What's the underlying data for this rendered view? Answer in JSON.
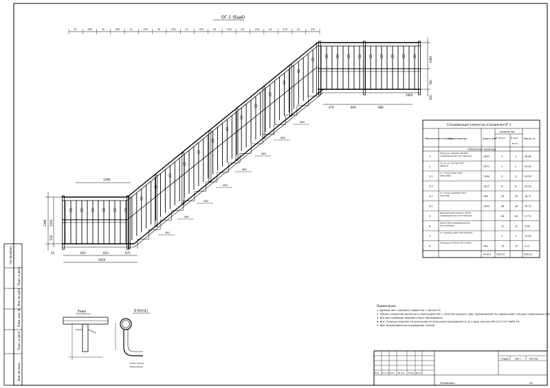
{
  "drawing": {
    "title": "ОГ-1 (Ещё)",
    "detail_a_title": "Узел",
    "detail_b_title": "5-5(m1)"
  },
  "top_dims": [
    "25",
    "590",
    "25",
    "590",
    "25",
    "470",
    "25",
    "470",
    "25",
    "470",
    "25",
    "470",
    "25",
    "470",
    "25",
    "470",
    "25",
    "470"
  ],
  "right_dims": [
    "2963",
    "1080",
    "780",
    "300"
  ],
  "left_dims": [
    "1396",
    "1000",
    "530",
    "35"
  ],
  "bottom_dims": [
    "620",
    "610",
    "675"
  ],
  "bottom_total": "1650",
  "stair_dims": [
    "480",
    "480",
    "480",
    "480",
    "480",
    "480",
    "480",
    "480"
  ],
  "landing_dims": [
    "470",
    "600",
    "680"
  ],
  "landing_top": "1296",
  "spec_table": {
    "title": "Спецификация элементов ограждения ОГ-1",
    "headers": [
      "Обозначение позиции",
      "Наименование",
      "Длина, мм",
      "Количество",
      "Масса, кг"
    ],
    "sub_headers": [
      "В сборке",
      "В накл.",
      "Всего"
    ],
    "section_title": "Сборочные единицы",
    "rows": [
      {
        "pos": "1",
        "name": "Поручень профиль 40х40х4 индивидуальная изготовления",
        "len": "4000",
        "q1": "1",
        "q2": "1",
        "mass": "30.96"
      },
      {
        "pos": "2",
        "name": "Тр. пр. кв. 25х2мм ГОСТ 8639-82",
        "len": "2670",
        "q1": "2",
        "q2": "2",
        "mass": "29.00"
      },
      {
        "pos": "3.1",
        "name": "Ст. стойка 25мм ГОСТ 2591-2006",
        "len": "1186",
        "q1": "5",
        "q2": "5",
        "mass": "23.55"
      },
      {
        "pos": "3.3",
        "name": "",
        "len": "1215",
        "q1": "8",
        "q2": "8",
        "mass": "29.00"
      },
      {
        "pos": "4.1",
        "name": "Ст. полоса 10х25мм ГОСТ 103-2006",
        "len": "596",
        "q1": "29",
        "q2": "29",
        "mass": "16.71"
      },
      {
        "pos": "4.2",
        "name": "",
        "len": "1500",
        "q1": "36",
        "q2": "36",
        "mass": "70.75"
      },
      {
        "pos": "5",
        "name": "Декоративный элемент 45х45 индивидуальное изготовление",
        "len": "",
        "q1": "63",
        "q2": "63",
        "mass": "17.71"
      },
      {
        "pos": "6",
        "name": "Шар d=5мм индивидуальное изготовление",
        "len": "",
        "q1": "31",
        "q2": "31",
        "mass": "5.98"
      },
      {
        "pos": "7",
        "name": "Ст. профиль 40х4 ГОСТ 8240-97",
        "len": "",
        "q1": "1",
        "q2": "1",
        "mass": "11.40"
      },
      {
        "pos": "8",
        "name": "Накладка ФЧ 40х4 ГОСТ 19903",
        "len": "990",
        "q1": "15",
        "q2": "15",
        "mass": "5.11"
      }
    ],
    "total_label": "Итого",
    "total_left": "256.23",
    "total_right": "256.23"
  },
  "notes": {
    "title": "Примечания:",
    "lines": [
      "1. Данный лист смотреть совместно с листом 25.",
      "2. Сборку элементов выполнить электродом Э42 с катетом сварного шва, принимаемым по наименьшей толщине свариваемых элементов.",
      "3. Все выступающие сварные стыки зашлифовать.",
      "4. Все стальные изделия по окончании изготовления окрашиваются за 2 раза эмалью ПФ-115 ГОСТ 6465-76.",
      "5. Шаг межпоперечных ограждения 10х400."
    ]
  },
  "title_block": {
    "row_labels": [
      "Изм.",
      "Кол.уч",
      "Лист",
      "№ док.",
      "Подп.",
      "Дата"
    ],
    "stage": "Стадия",
    "sheet": "Лист",
    "sheets": "Листов",
    "name": "Копировал",
    "format": "A2"
  },
  "side_labels": [
    "Согласовано",
    "Инв. № подл.",
    "Подп. и дата",
    "Взам. инв. №",
    "Инв. № дубл.",
    "Подп. и дата"
  ]
}
